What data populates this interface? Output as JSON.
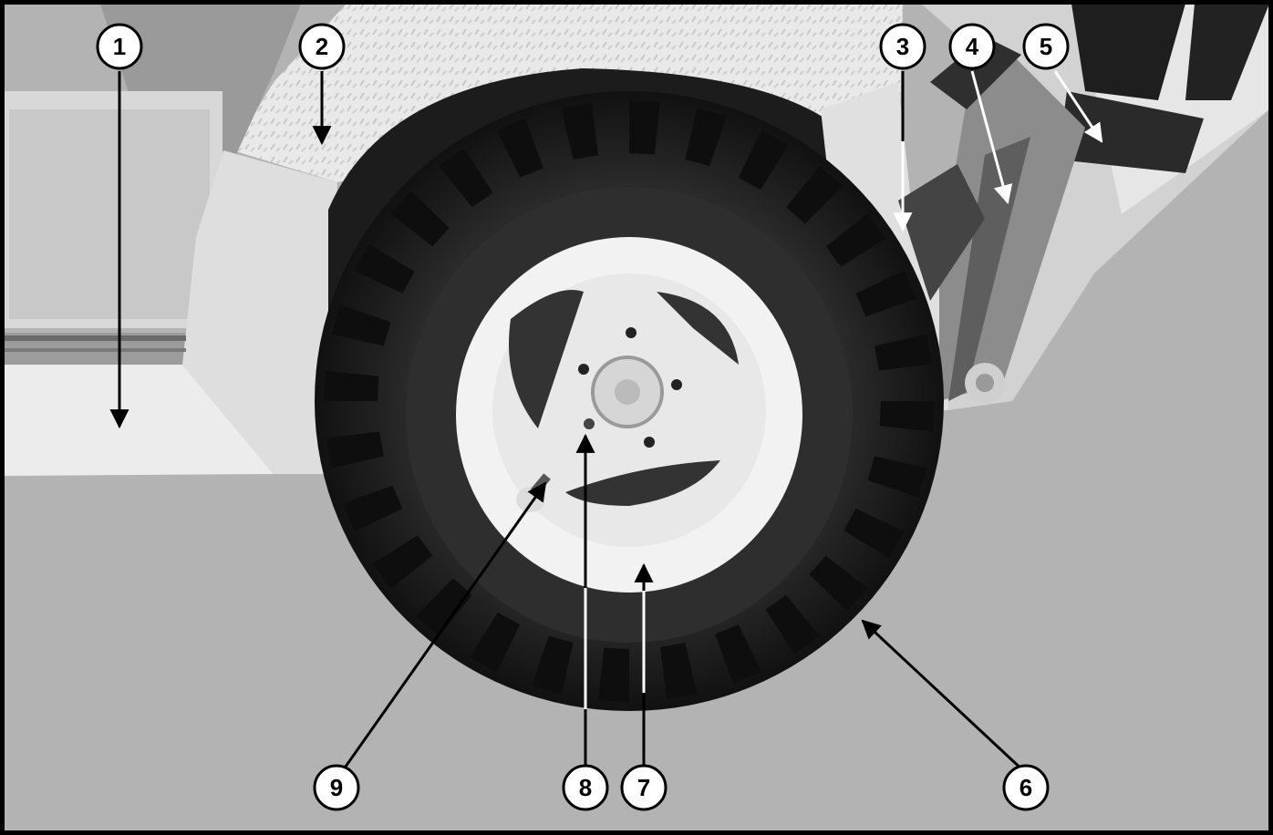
{
  "callouts": [
    {
      "id": "callout-1",
      "label": "1"
    },
    {
      "id": "callout-2",
      "label": "2"
    },
    {
      "id": "callout-3",
      "label": "3"
    },
    {
      "id": "callout-4",
      "label": "4"
    },
    {
      "id": "callout-5",
      "label": "5"
    },
    {
      "id": "callout-6",
      "label": "6"
    },
    {
      "id": "callout-7",
      "label": "7"
    },
    {
      "id": "callout-8",
      "label": "8"
    },
    {
      "id": "callout-9",
      "label": "9"
    }
  ],
  "colors": {
    "frame": "#000000",
    "background": "#b3b3b3",
    "body_light": "#e6e6e6",
    "tire": "#1a1a1a",
    "rim": "#f2f2f2",
    "callout_fill": "#ffffff",
    "callout_stroke": "#000000"
  }
}
